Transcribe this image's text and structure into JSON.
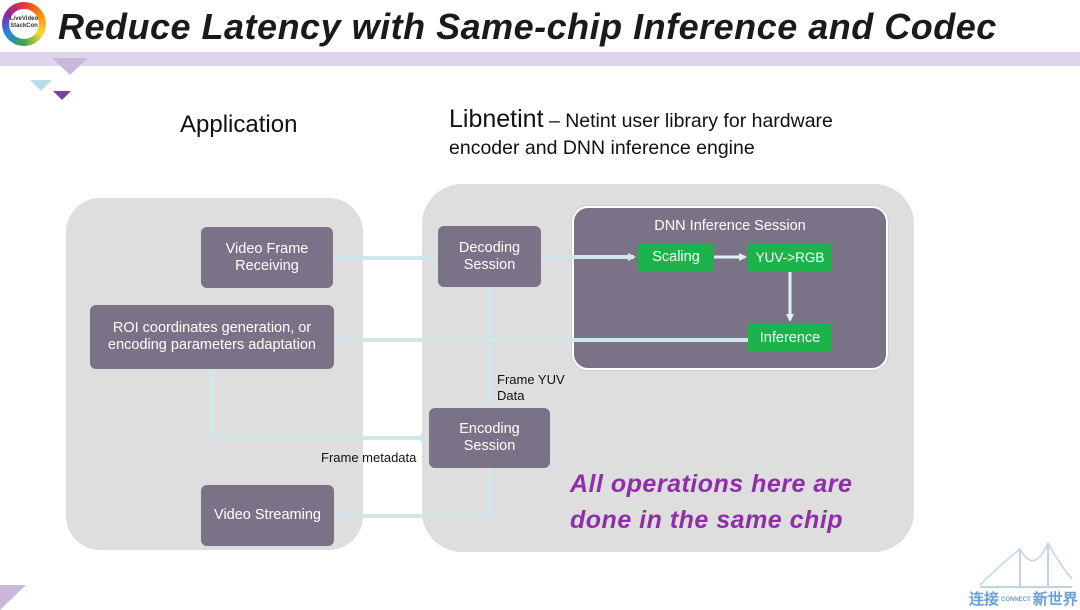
{
  "title": "Reduce Latency with Same-chip Inference and Codec",
  "logo": {
    "line1": "LiveVideo",
    "line2": "StackCon"
  },
  "headings": {
    "application": "Application",
    "libnetint_name": "Libnetint",
    "libnetint_desc_line1": " – Netint user library for hardware",
    "libnetint_desc_line2": "encoder and DNN inference engine"
  },
  "app_boxes": {
    "video_frame_receiving": [
      "Video Frame",
      "Receiving"
    ],
    "roi": [
      "ROI coordinates generation, or",
      "encoding parameters adaptation"
    ],
    "video_streaming": "Video Streaming"
  },
  "lib_boxes": {
    "decoding_session": [
      "Decoding",
      "Session"
    ],
    "encoding_session": [
      "Encoding",
      "Session"
    ]
  },
  "dnn": {
    "title": "DNN Inference Session",
    "scaling": "Scaling",
    "yuv_rgb": "YUV->RGB",
    "inference": "Inference"
  },
  "labels": {
    "frame_yuv": [
      "Frame YUV",
      "Data"
    ],
    "frame_metadata": "Frame metadata"
  },
  "note": [
    "All operations here are",
    "done in the same chip"
  ],
  "footer_logo": {
    "left": "连接",
    "small": "CONNECT",
    "right": "新世界"
  },
  "colors": {
    "box": "#7a7388",
    "green": "#1bb34a",
    "arrow": "#cfe7ea",
    "panel": "#dedede",
    "note": "#8f2fa8",
    "title_bar": "#ddd6ea"
  }
}
